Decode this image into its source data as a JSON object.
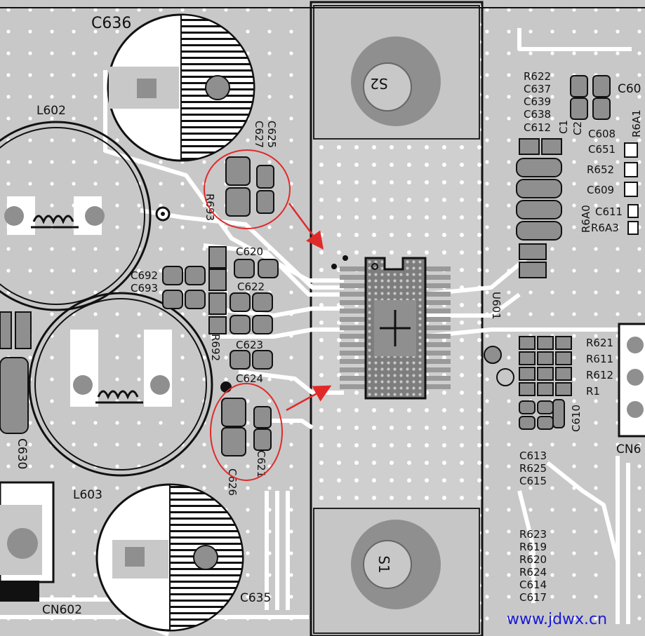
{
  "watermark": "www.jdwx.cn",
  "colors": {
    "board": "#c8c8c8",
    "trace": "#ffffff",
    "pad": "#8f8f8f",
    "outline": "#111111",
    "annotation": "#e02a2a",
    "watermark": "#1a1ad8"
  },
  "capacitors": {
    "c636": "C636",
    "c635": "C635",
    "c630": "C630"
  },
  "inductors": {
    "l602": "L602",
    "l603": "L603"
  },
  "connectors": {
    "cn602": "CN602",
    "cn6_partial": "CN6"
  },
  "ic": {
    "u601": "U601"
  },
  "switches": {
    "s1": "S1",
    "s2": "S2"
  },
  "left_labels": {
    "c625": "C625",
    "c627": "C627",
    "r693": "R693",
    "c620": "C620",
    "c692": "C692",
    "c693": "C693",
    "c622": "C622",
    "r692": "R692",
    "c623": "C623",
    "c624": "C624",
    "c626": "C626",
    "c621": "C621"
  },
  "right_labels": {
    "r622": "R622",
    "c637": "C637",
    "c639": "C639",
    "c638": "C638",
    "c612": "C612",
    "c1": "C1",
    "c2": "C2",
    "c60_partial": "C60",
    "c608": "C608",
    "r6a1": "R6A1",
    "c651": "C651",
    "r652": "R652",
    "c609": "C609",
    "c611": "C611",
    "r6a0": "R6A0",
    "r6a3": "R6A3",
    "r621": "R621",
    "r611": "R611",
    "r612": "R612",
    "r1": "R1",
    "c610": "C610",
    "c613": "C613",
    "r625": "R625",
    "c615": "C615",
    "r623": "R623",
    "r619": "R619",
    "r620": "R620",
    "r624": "R624",
    "c614": "C614",
    "c617": "C617"
  }
}
